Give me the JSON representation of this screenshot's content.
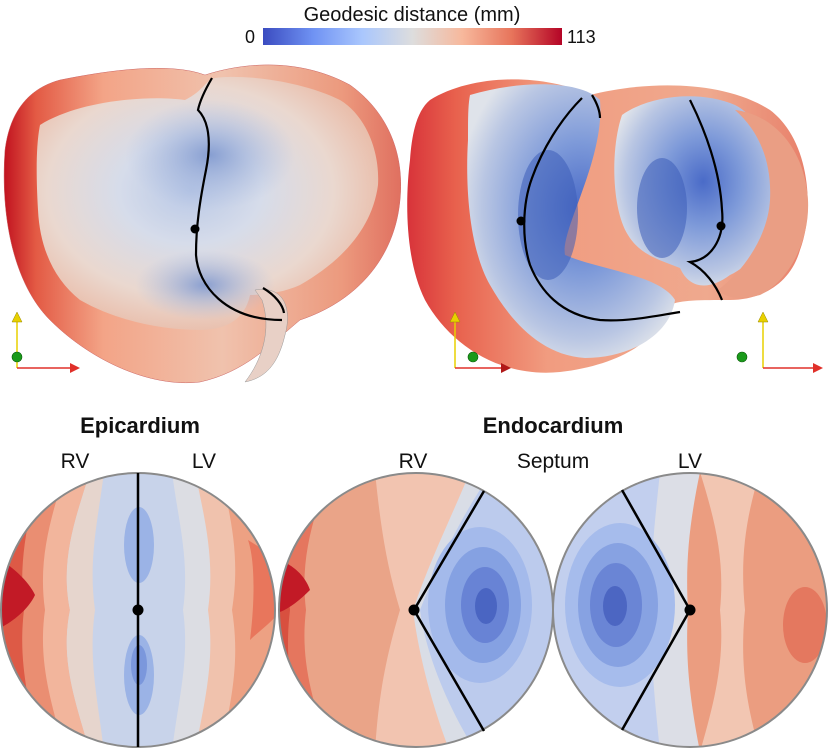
{
  "colorbar": {
    "title": "Geodesic distance (mm)",
    "min_label": "0",
    "max_label": "113",
    "min": 0,
    "max": 113,
    "colormap": [
      "#3b4cc0",
      "#6f92f3",
      "#aac7fd",
      "#dddddd",
      "#f7b89c",
      "#e7745b",
      "#b40426"
    ]
  },
  "sections": {
    "epicardium": {
      "title": "Epicardium",
      "label_left": "RV",
      "label_right": "LV"
    },
    "endocardium": {
      "title": "Endocardium",
      "label_rv": "RV",
      "label_septum": "Septum",
      "label_lv": "LV"
    }
  },
  "axes_triads": [
    {
      "name": "triad-left"
    },
    {
      "name": "triad-middle"
    },
    {
      "name": "triad-right"
    }
  ],
  "colors": {
    "boundary_line": "#000000",
    "disk_outline": "#8a8a8a",
    "axis_x": "#e0302a",
    "axis_y": "#e8d000",
    "axis_z": "#1a9a1a"
  }
}
